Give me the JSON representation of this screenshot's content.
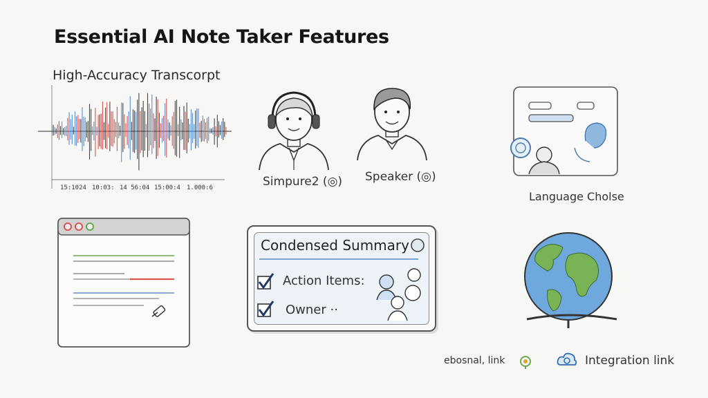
{
  "header": {
    "title": "Essential AI Note Taker Features"
  },
  "transcript": {
    "label": "High-Accuracy Transcorpt",
    "ticks": [
      "15:1024",
      "10:03:",
      "14 56:04",
      "15:00:4",
      "1.000:6"
    ]
  },
  "speakers": [
    {
      "label": "Simpure2 (◎)"
    },
    {
      "label": "Speaker (◎)"
    }
  ],
  "language": {
    "label": "Language Cholse"
  },
  "summary": {
    "title": "Condensed Summary",
    "items": [
      {
        "label": "Action Items:"
      },
      {
        "label": "Owner ··"
      }
    ]
  },
  "links": {
    "left": "ebosnal, link",
    "right": "Integration link"
  },
  "colors": {
    "accent_red": "#d9534f",
    "accent_blue": "#5b8fd0",
    "accent_green": "#6aa84f",
    "globe_ocean": "#6fa8dc",
    "globe_land": "#78b456"
  }
}
